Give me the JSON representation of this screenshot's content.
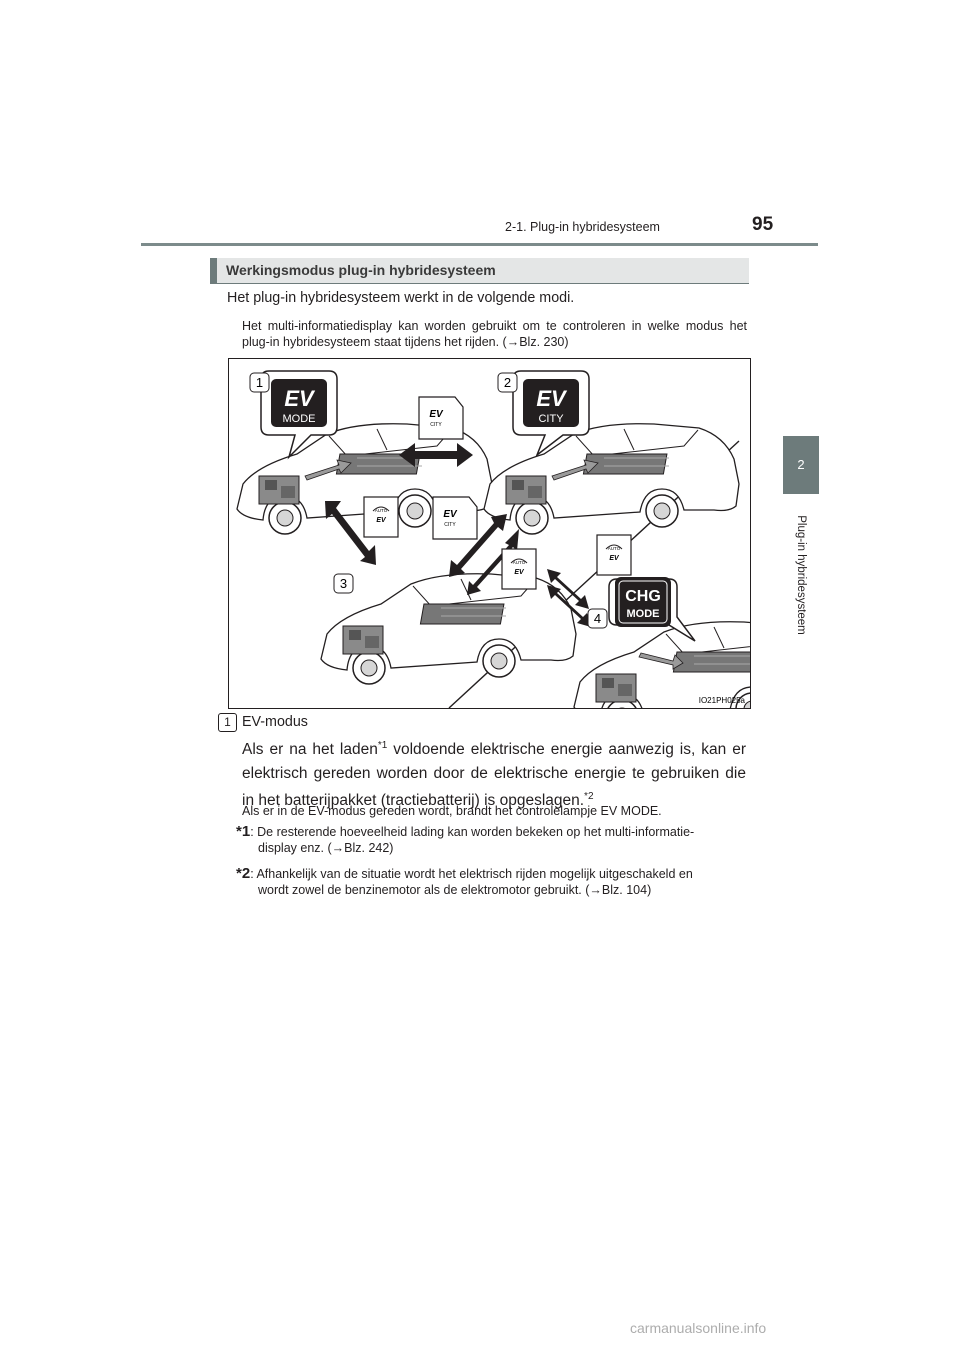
{
  "header": {
    "title": "2-1. Plug-in hybridesysteem",
    "page_number": "95"
  },
  "side_tab": {
    "number": "2",
    "label": "Plug-in hybridesysteem"
  },
  "section": {
    "title": "Werkingsmodus plug-in hybridesysteem"
  },
  "intro": "Het plug-in hybridesysteem werkt in de volgende modi.",
  "intro_note": "Het multi-informatiedisplay kan worden gebruikt om te controleren in welke modus het plug-in hybridesysteem staat tijdens het rijden. (→Blz. 230)",
  "figure": {
    "labels": [
      "1",
      "2",
      "3",
      "4"
    ],
    "callouts": {
      "ev_mode": [
        "EV",
        "MODE"
      ],
      "ev_city": [
        "EV",
        "CITY"
      ],
      "chg_mode": [
        "CHG",
        "MODE"
      ]
    },
    "small_icon_ev_city": [
      "EV",
      "CITY"
    ],
    "small_icon_auto_ev": [
      "AUTO",
      "EV"
    ],
    "code": "IO21PH025a"
  },
  "mode1": {
    "badge": "1",
    "heading": "EV-modus",
    "text_a": "Als er na het laden",
    "sup1": "*1",
    "text_b": " voldoende elektrische energie aanwezig is, kan er elektrisch gereden worden door de elektrische energie te gebruiken die in het batterijpakket (tractiebatterij) is opgeslagen.",
    "sup2": "*2",
    "lamp_note": "Als er in de EV-modus gereden wordt, brandt het controlelampje EV MODE."
  },
  "footnotes": [
    {
      "mark": "*1",
      "text": ": De resterende hoeveelheid lading kan worden bekeken op het multi-informatie-",
      "cont": "display enz. (→Blz. 242)"
    },
    {
      "mark": "*2",
      "text": ": Afhankelijk van de situatie wordt het elektrisch rijden mogelijk uitgeschakeld en",
      "cont": "wordt zowel de benzinemotor als de elektromotor gebruikt. (→Blz. 104)"
    }
  ],
  "watermark": "carmanualsonline.info"
}
